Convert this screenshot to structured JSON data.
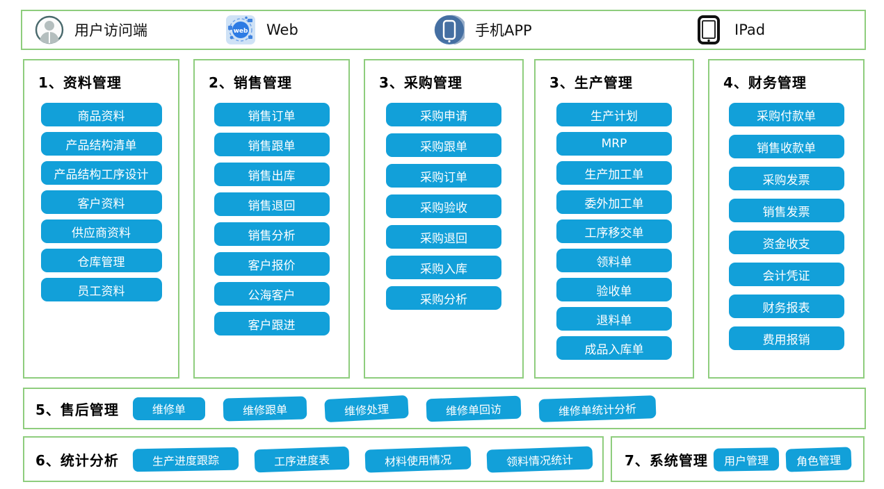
{
  "colors": {
    "button_blue": "#12a0d9",
    "border_green": "#8ecd7d",
    "button_text": "#ffffff",
    "title_text": "#000000"
  },
  "top_bar": {
    "items": [
      {
        "icon": "user-icon",
        "label": "用户访问端"
      },
      {
        "icon": "web-icon",
        "label": "Web"
      },
      {
        "icon": "phone-icon",
        "label": "手机APP"
      },
      {
        "icon": "ipad-icon",
        "label": "IPad"
      }
    ],
    "web_icon_text": "web"
  },
  "columns": [
    {
      "title": "1、资料管理",
      "items": [
        "商品资料",
        "产品结构清单",
        "产品结构工序设计",
        "客户资料",
        "供应商资料",
        "仓库管理",
        "员工资料"
      ]
    },
    {
      "title": "2、销售管理",
      "items": [
        "销售订单",
        "销售跟单",
        "销售出库",
        "销售退回",
        "销售分析",
        "客户报价",
        "公海客户",
        "客户跟进"
      ]
    },
    {
      "title": "3、采购管理",
      "items": [
        "采购申请",
        "采购跟单",
        "采购订单",
        "采购验收",
        "采购退回",
        "采购入库",
        "采购分析"
      ]
    },
    {
      "title": "3、生产管理",
      "items": [
        "生产计划",
        "MRP",
        "生产加工单",
        "委外加工单",
        "工序移交单",
        "领料单",
        "验收单",
        "退料单",
        "成品入库单"
      ]
    },
    {
      "title": "4、财务管理",
      "items": [
        "采购付款单",
        "销售收款单",
        "采购发票",
        "销售发票",
        "资金收支",
        "会计凭证",
        "财务报表",
        "费用报销"
      ]
    }
  ],
  "rows": [
    {
      "title": "5、售后管理",
      "items": [
        "维修单",
        "维修跟单",
        "维修处理",
        "维修单回访",
        "维修单统计分析"
      ]
    },
    {
      "title": "6、统计分析",
      "items": [
        "生产进度跟踪",
        "工序进度表",
        "材料使用情况",
        "领料情况统计"
      ]
    },
    {
      "title": "7、系统管理",
      "items": [
        "用户管理",
        "角色管理"
      ]
    }
  ]
}
